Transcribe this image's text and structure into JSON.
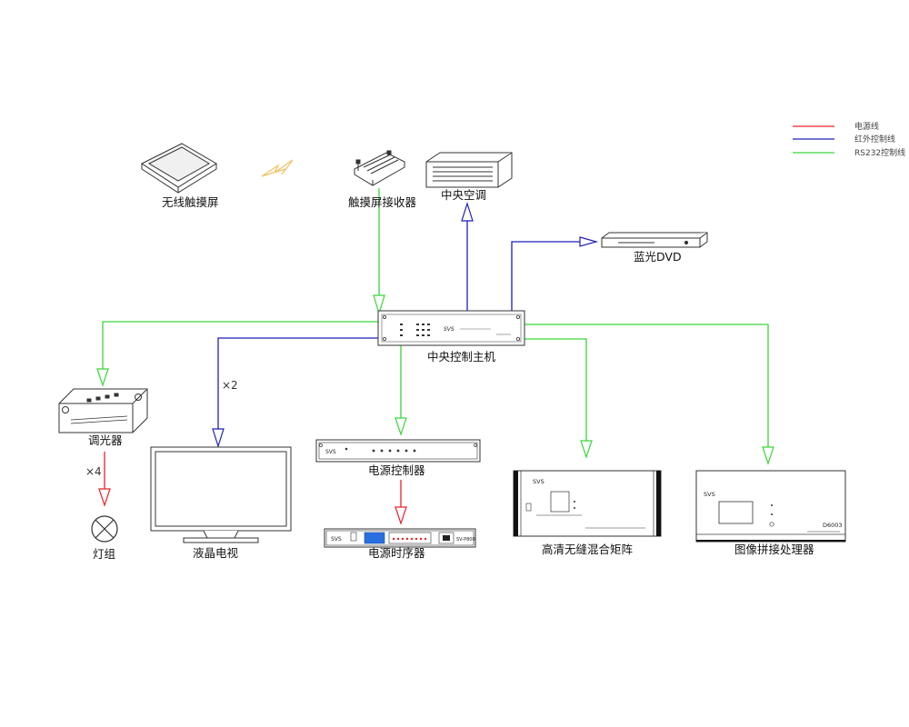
{
  "legend": [
    {
      "label": "电源线",
      "color": "#e8232a"
    },
    {
      "label": "红外控制线",
      "color": "#1f1fb8"
    },
    {
      "label": "RS232控制线",
      "color": "#3ad53a"
    }
  ],
  "devices": {
    "wireless_touch": "无线触摸屏",
    "touch_receiver": "触摸屏接收器",
    "central_ac": "中央空调",
    "bluray_dvd": "蓝光DVD",
    "central_host": "中央控制主机",
    "dimmer": "调光器",
    "lcd_tv": "液晶电视",
    "power_controller": "电源控制器",
    "power_sequencer": "电源时序器",
    "hd_matrix": "高清无缝混合矩阵",
    "image_processor": "图像拼接处理器",
    "light_group": "灯组"
  },
  "multipliers": {
    "tv": "×2",
    "lights": "×4"
  },
  "device_marks": {
    "brand": "SVS",
    "sequencer_model": "SV-P800",
    "processor_model": "D6003"
  }
}
